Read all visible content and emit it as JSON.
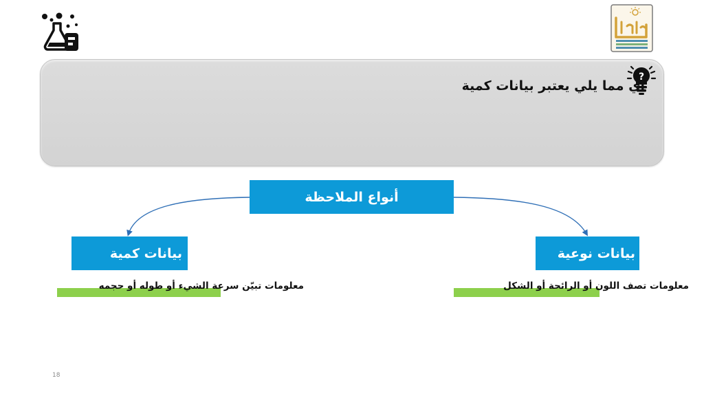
{
  "question": {
    "text": "أي مما يلي يعتبر بيانات كمية"
  },
  "diagram": {
    "center_label": "أنواع الملاحظة",
    "left_label": "بيانات كمية",
    "right_label": "بيانات نوعية",
    "left_description": "معلومات تبيّن سرعة الشيء أو طوله أو حجمه",
    "right_description": "معلومات تصف اللون أو الرائحة أو الشكل"
  },
  "footer": {
    "page_number": "18"
  },
  "icons": {
    "top_left": "science-flask-icon",
    "top_right": "logo-icon",
    "question": "lightbulb-question-icon"
  },
  "colors": {
    "box_blue": "#0d9ad8",
    "highlight_green": "#8dd04c",
    "connector_blue": "#2f6fb6",
    "panel_gray": "#d7d7d7"
  }
}
